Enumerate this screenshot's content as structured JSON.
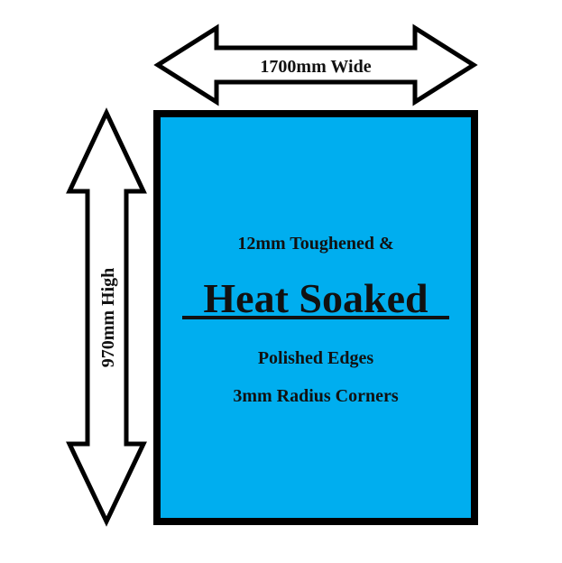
{
  "width_label": "1700mm Wide",
  "height_label": "970mm High",
  "panel": {
    "line1": "12mm Toughened &",
    "title": "Heat Soaked",
    "line2": "Polished Edges",
    "line3": "3mm Radius Corners"
  },
  "colors": {
    "panel_fill": "#00AEEF",
    "outline": "#000000"
  }
}
